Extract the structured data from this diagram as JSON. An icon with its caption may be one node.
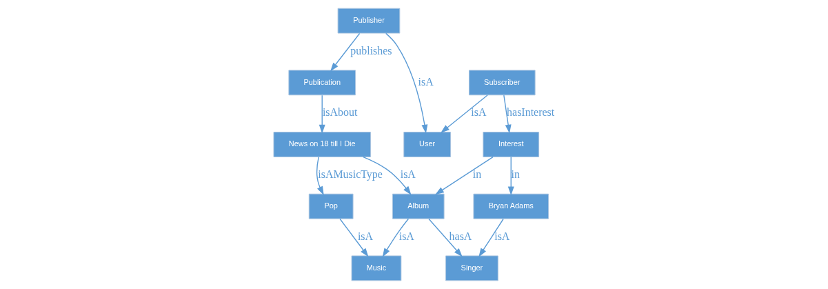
{
  "diagram": {
    "nodes": [
      {
        "text": [
          "User"
        ]
      },
      {
        "text": [
          "Publisher"
        ]
      },
      {
        "text": [
          "Subscriber"
        ]
      },
      {
        "text": [
          "Publication"
        ]
      },
      {
        "text": [
          "Interest"
        ]
      },
      {
        "text": [
          "Music"
        ]
      },
      {
        "text": [
          "News on 18 till I Die"
        ]
      },
      {
        "text": [
          "Pop"
        ]
      },
      {
        "text": [
          "Album"
        ]
      },
      {
        "text": [
          "Bryan Adams"
        ]
      },
      {
        "text": [
          "Singer"
        ]
      }
    ],
    "edges": [
      {
        "from": 1,
        "to": 0,
        "arrow": "to",
        "label": "isA"
      },
      {
        "from": 2,
        "to": 0,
        "arrow": "to",
        "label": "isA"
      },
      {
        "from": 2,
        "to": 4,
        "arrow": "to",
        "label": "hasInterest"
      },
      {
        "from": 1,
        "to": 3,
        "arrow": "to",
        "label": "publishes"
      },
      {
        "from": 3,
        "to": 6,
        "arrow": "to",
        "label": "isAbout"
      },
      {
        "from": 7,
        "to": 5,
        "arrow": "to",
        "label": "isA"
      },
      {
        "from": 8,
        "to": 5,
        "arrow": "to",
        "label": "isA"
      },
      {
        "from": 4,
        "to": 8,
        "arrow": "to",
        "label": "in"
      },
      {
        "from": 4,
        "to": 9,
        "arrow": "to",
        "label": "in"
      },
      {
        "from": 8,
        "to": 10,
        "arrow": "to",
        "label": "hasA"
      },
      {
        "from": 9,
        "to": 10,
        "arrow": "to",
        "label": "isA"
      },
      {
        "from": 6,
        "to": 7,
        "arrow": "to",
        "label": "isAMusicType"
      },
      {
        "from": 6,
        "to": 8,
        "arrow": "to",
        "label": "isA"
      }
    ]
  }
}
